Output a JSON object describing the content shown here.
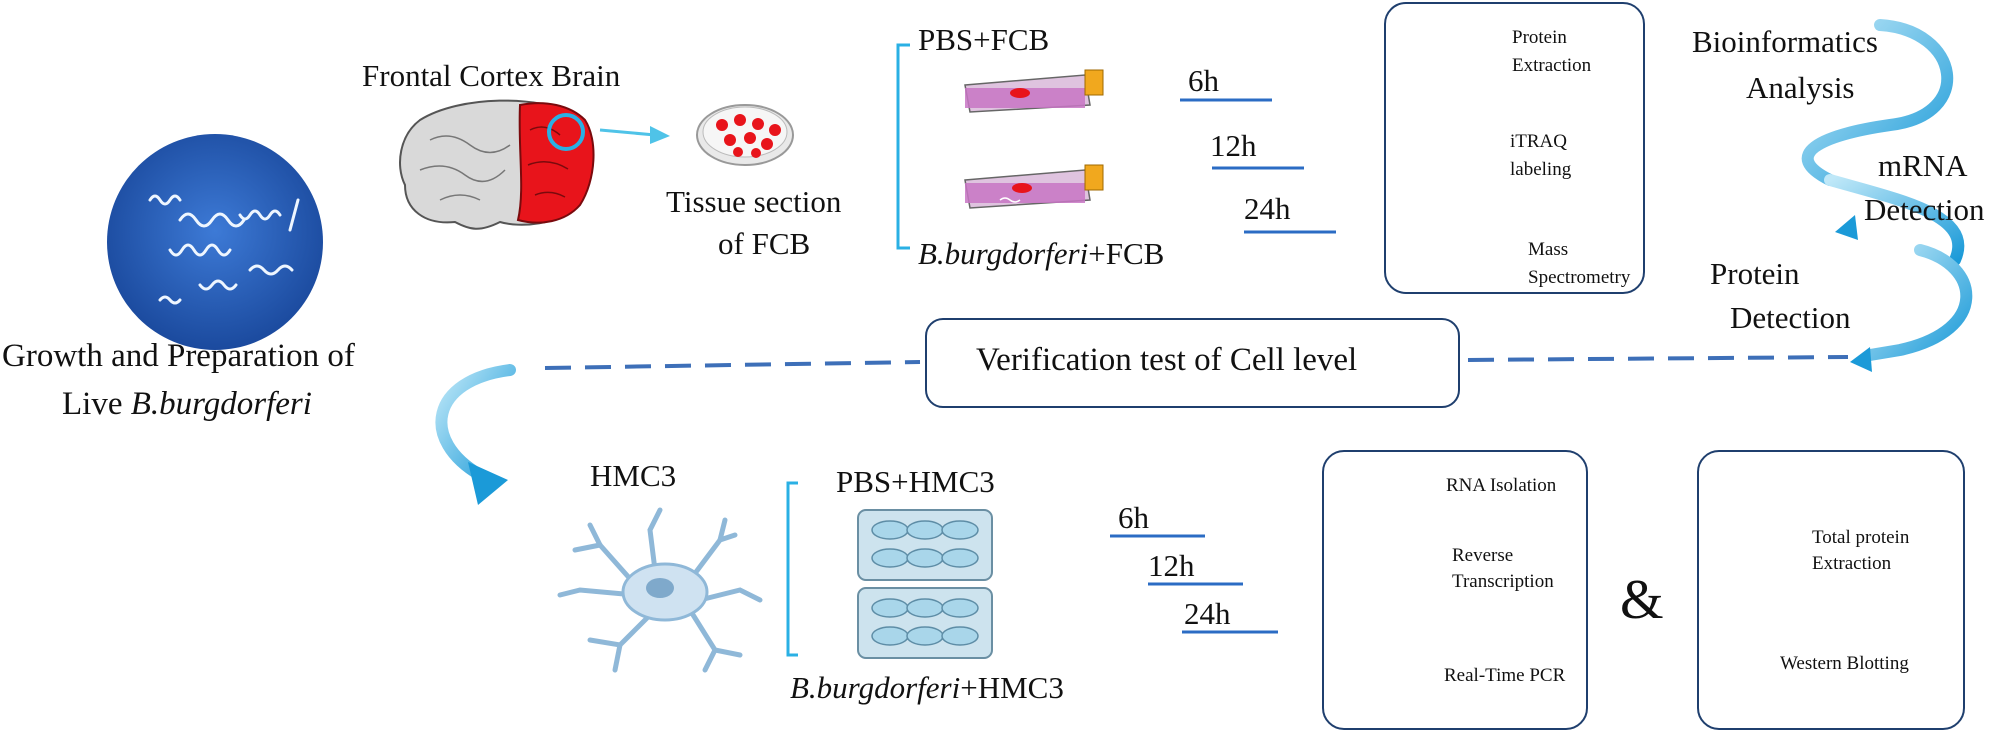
{
  "left_panel": {
    "title_line1": "Growth and Preparation of",
    "title_line2_prefix": "Live ",
    "title_line2_italic": "B.burgdorferi"
  },
  "brain": {
    "label": "Frontal Cortex Brain",
    "section_line1": "Tissue section",
    "section_line2": "of FCB"
  },
  "fcb_groups": {
    "top": "PBS+FCB",
    "bottom_italic": "B.burgdorferi",
    "bottom_suffix": "+FCB"
  },
  "fcb_times": [
    "6h",
    "12h",
    "24h"
  ],
  "itraq_box": {
    "step1_line1": "Protein",
    "step1_line2": "Extraction",
    "step2_line1": "iTRAQ",
    "step2_line2": "labeling",
    "step3_line1": "Mass",
    "step3_line2": "Spectrometry"
  },
  "spiral": {
    "label1_line1": "Bioinformatics",
    "label1_line2": "Analysis",
    "label2_line1": "mRNA",
    "label2_line2": "Detection",
    "label3_line1": "Protein",
    "label3_line2": "Detection"
  },
  "verification": {
    "label": "Verification test of Cell level"
  },
  "hmc3": {
    "label": "HMC3"
  },
  "hmc3_groups": {
    "top": "PBS+HMC3",
    "bottom_italic": "B.burgdorferi",
    "bottom_suffix": "+HMC3"
  },
  "hmc3_times": [
    "6h",
    "12h",
    "24h"
  ],
  "pcr_box": {
    "step1": "RNA Isolation",
    "step2_line1": "Reverse",
    "step2_line2": "Transcription",
    "step3": "Real-Time PCR"
  },
  "ampersand": "&",
  "wb_box": {
    "step1_line1": "Total protein",
    "step1_line2": "Extraction",
    "step2": "Western Blotting"
  },
  "colors": {
    "accent_blue": "#2b6cc4",
    "arrow_cyan": "#29a9e1",
    "box_border": "#1f3f6e",
    "brain_red": "#e8141b",
    "flask_pink": "#c875c4",
    "well_blue": "#a9d6ea"
  }
}
